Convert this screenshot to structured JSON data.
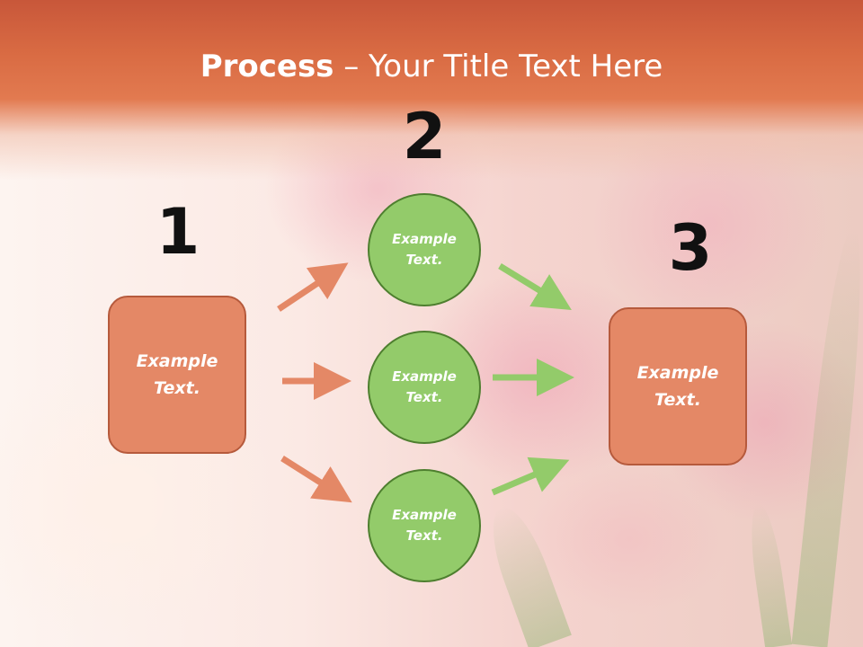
{
  "title": {
    "bold": "Process",
    "rest": " – Your Title Text Here"
  },
  "numbers": [
    "1",
    "2",
    "3"
  ],
  "left_box": {
    "text": "Example Text."
  },
  "right_box": {
    "text": "Example Text."
  },
  "circles": [
    {
      "text": "Example Text."
    },
    {
      "text": "Example Text."
    },
    {
      "text": "Example Text."
    }
  ],
  "colors": {
    "header": "#d96b43",
    "box_fill": "#e48866",
    "box_border": "#b65a3c",
    "circle_fill": "#93cb6a",
    "circle_border": "#4e7f2f",
    "arrow_orange": "#e48866",
    "arrow_green": "#93cb6a"
  }
}
